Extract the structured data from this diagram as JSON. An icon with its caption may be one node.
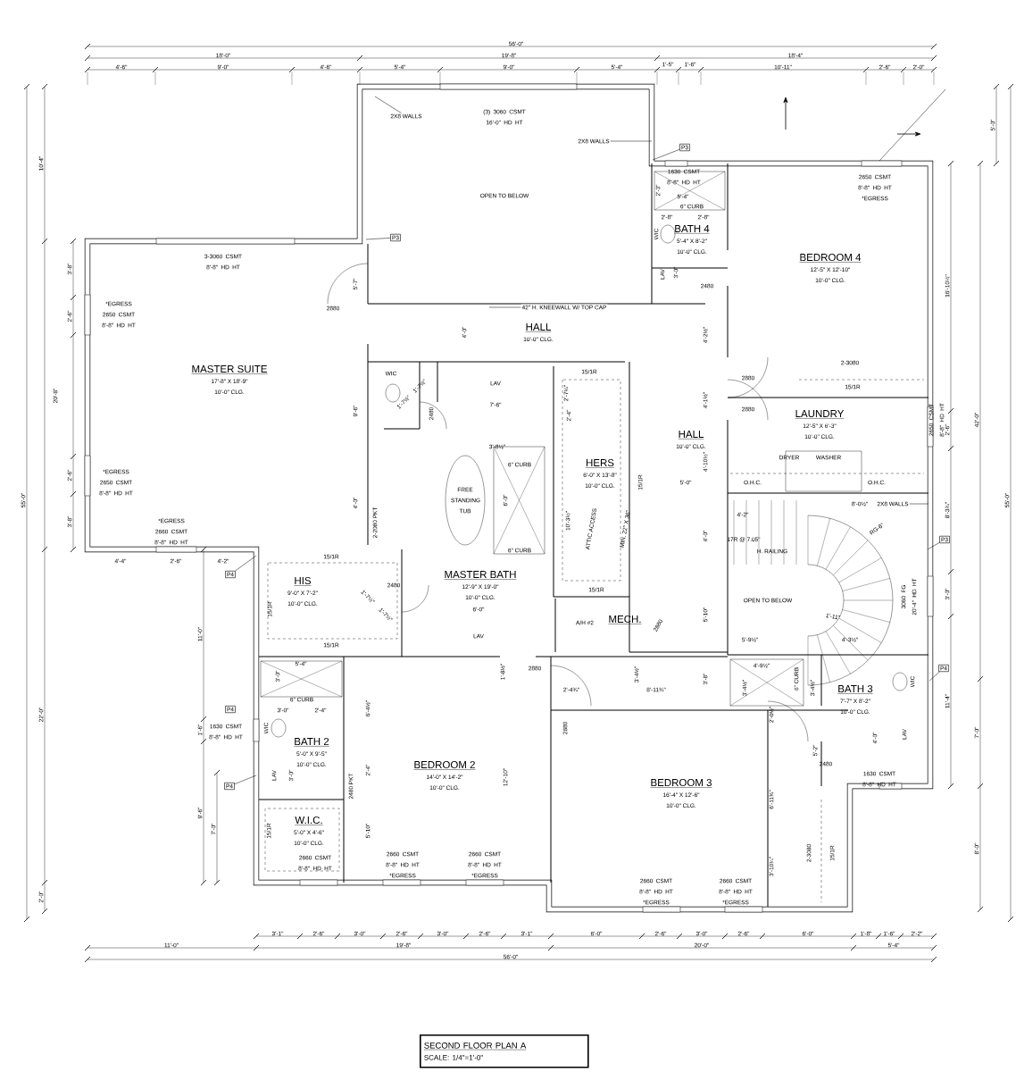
{
  "diagram": {
    "nodes": [
      {
        "text": [
          "OPEN TO BELOW"
        ]
      },
      {
        "text": [
          "MASTER SUITE",
          "17'-8\" X 18'-9\"",
          "10'-0\" CLG."
        ]
      },
      {
        "text": [
          "HALL",
          "10'-0\" CLG."
        ]
      },
      {
        "text": [
          "BATH 4",
          "5'-4\" X 8'-2\"",
          "10'-0\" CLG."
        ]
      },
      {
        "text": [
          "BEDROOM 4",
          "12'-5\" X 12'-10\"",
          "10'-0\" CLG."
        ]
      },
      {
        "text": [
          "LAUNDRY",
          "12'-5\" X 6'-3\"",
          "10'-0\" CLG."
        ]
      },
      {
        "text": [
          "HALL",
          "10'-0\" CLG."
        ]
      },
      {
        "text": [
          "HERS",
          "6'-0\" X 13'-8\"",
          "10'-0\" CLG."
        ]
      },
      {
        "text": [
          "MASTER BATH",
          "12'-9\" X 19'-0\"",
          "10'-0\" CLG."
        ]
      },
      {
        "text": [
          "HIS",
          "9'-0\" X 7'-2\"",
          "10'-0\" CLG."
        ]
      },
      {
        "text": [
          "MECH."
        ]
      },
      {
        "text": [
          "OPEN TO BELOW"
        ]
      },
      {
        "text": [
          "BATH 3",
          "7'-7\" X 8'-2\"",
          "10'-0\" CLG."
        ]
      },
      {
        "text": [
          "BATH 2",
          "5'-0\" X 9'-5\"",
          "10'-0\" CLG."
        ]
      },
      {
        "text": [
          "BEDROOM 2",
          "14'-0\" X 14'-2\"",
          "10'-0\" CLG."
        ]
      },
      {
        "text": [
          "BEDROOM 3",
          "16'-4\" X 12'-6\"",
          "10'-0\" CLG."
        ]
      },
      {
        "text": [
          "W.I.C.",
          "5'-0\" X 4'-6\"",
          "10'-0\" CLG."
        ]
      },
      {
        "text": [
          "SECOND FLOOR PLAN A",
          "SCALE: 1/4\"=1'-0\""
        ]
      },
      {
        "text": [
          "2X8 WALLS"
        ]
      },
      {
        "text": [
          "2X8 WALLS"
        ]
      },
      {
        "text": [
          "P3"
        ]
      },
      {
        "text": [
          "P3"
        ]
      },
      {
        "text": [
          "42\" H. KNEEWALL W/ TOP CAP"
        ]
      },
      {
        "text": [
          "2X8 WALLS"
        ]
      },
      {
        "text": [
          "P3"
        ]
      },
      {
        "text": [
          "P4"
        ]
      },
      {
        "text": [
          "P4"
        ]
      },
      {
        "text": [
          "P4"
        ]
      }
    ],
    "edges": [
      {
        "from": 18,
        "to": null,
        "arrow": "none"
      },
      {
        "from": 19,
        "to": null,
        "arrow": "none"
      },
      {
        "from": 20,
        "to": null,
        "arrow": "none"
      },
      {
        "from": 21,
        "to": null,
        "arrow": "none"
      },
      {
        "from": 22,
        "to": null,
        "arrow": "none"
      },
      {
        "from": 23,
        "to": null,
        "arrow": "none"
      },
      {
        "from": 24,
        "to": null,
        "arrow": "none"
      },
      {
        "from": 25,
        "to": null,
        "arrow": "none"
      },
      {
        "from": 26,
        "to": null,
        "arrow": "none"
      },
      {
        "from": 27,
        "to": null,
        "arrow": "none"
      }
    ],
    "labels": [
      "56'-0\"",
      "18'-0\"",
      "19'-8\"",
      "18'-4\"",
      "4'-6\"",
      "9'-0\"",
      "4'-6\"",
      "5'-4\"",
      "9'-0\"",
      "5'-4\"",
      "1'-5\"",
      "1'-6\"",
      "10'-11\"",
      "2'-6\"",
      "2'-0\"",
      "3'-1\"",
      "2'-6\"",
      "3'-0\"",
      "2'-6\"",
      "3'-0\"",
      "2'-6\"",
      "3'-1\"",
      "6'-0\"",
      "2'-6\"",
      "3'-0\"",
      "2'-6\"",
      "6'-0\"",
      "1'-8\"",
      "1'-6\"",
      "2'-2\"",
      "11'-0\"",
      "19'-8\"",
      "20'-0\"",
      "5'-4\"",
      "56'-0\"",
      "10'-4\"",
      "3'-8\"",
      "2'-6\"",
      "20'-8\"",
      "2'-6\"",
      "3'-8\"",
      "55'-0\"",
      "22'-0\"",
      "2'-0\"",
      "4'-4\"",
      "2'-6\"",
      "4'-2\"",
      "11'-0\"",
      "1'-6\"",
      "9'-6\"",
      "7'-0\"",
      "5'-0\"",
      "16'-10½\"",
      "2'-6\"",
      "42'-0\"",
      "55'-0\"",
      "8'-3¾\"",
      "3'-0\"",
      "11'-4\"",
      "7'-0\"",
      "8'-0\"",
      "(3) 3060 CSMT 16'-0\" HD HT",
      "3-3060 CSMT 8'-8\" HD HT",
      "*EGRESS 2650 CSMT 8'-8\" HD HT",
      "*EGRESS 2650 CSMT 8'-8\" HD HT",
      "*EGRESS 2660 CSMT 8'-8\" HD HT",
      "1630 CSMT 8'-8\" HD HT",
      "2650 CSMT 8'-8\" HD HT *EGRESS",
      "2650 CSMT 8'-8\" HD HT",
      "3060 FG 20'-4\" HD HT",
      "1630 CSMT 8'-8\" HD HT",
      "2660 CSMT 8'-8\" HD HT *EGRESS",
      "2660 CSMT 8'-8\" HD HT *EGRESS",
      "2660 CSMT 8'-8\" HD HT",
      "2660 CSMT 8'-8\" HD HT *EGRESS",
      "2660 CSMT 8'-8\" HD HT *EGRESS",
      "1630 CSMT 8'-8\" HD HT",
      "2880",
      "5'-7\"",
      "9'-6\"",
      "4'-0\"",
      "2-2080 PKT",
      "4'-0\"",
      "WIC",
      "LAV",
      "7'-6\"",
      "2480",
      "1'-7½\"",
      "1'-7½\"",
      "15/1R",
      "2'-7¼\"",
      "2'-4\"",
      "3'-8½\"",
      "6\" CURB",
      "FREE STANDING TUB",
      "6'-0\"",
      "6\" CURB",
      "10'-3½\"",
      "ATTIC ACCESS",
      "MIN. 22\" X 36\"",
      "15/1R",
      "15/1R",
      "4'-2½\"",
      "4'-1½\"",
      "4'-10½\"",
      "5'-0\"",
      "4'-0\"",
      "5'-10\"",
      "3'-8\"",
      "2'-3\"",
      "5'-4\"",
      "6\" CURB",
      "2'-8\"",
      "2'-8\"",
      "WIC",
      "LAV",
      "3'-0\"",
      "2480",
      "2-3080",
      "15/1R",
      "2880",
      "2880",
      "DRYER",
      "WASHER",
      "O.H.C.",
      "O.H.C.",
      "4'-2\"",
      "8'-0½\"",
      "RG-6\"",
      "17R @ 7.05\"",
      "H. RAILING",
      "1'-11\"",
      "5'-9½\"",
      "4'-3½\"",
      "15/1R",
      "15/1R",
      "15/1R",
      "2480",
      "1'-7½\"",
      "1'-7½\"",
      "6'-0\"",
      "LAV",
      "A/H #2",
      "2880",
      "2880",
      "1'-8½\"",
      "2'-4¾\"",
      "8'-11¾\"",
      "3'-4½\"",
      "2880",
      "4'-9½\"",
      "3'-4½\"",
      "6\" CURB",
      "3'-4½\"",
      "WIC",
      "2'-0½\"",
      "5'-2\"",
      "4'-0\"",
      "LAV",
      "2480",
      "6'-11¾\"",
      "3'-10¼\"",
      "2-3080",
      "15/1R",
      "5'-4\"",
      "3'-0\"",
      "6\" CURB",
      "3'-0\"",
      "2'-4\"",
      "WIC",
      "LAV",
      "3'-0\"",
      "2480 PKT",
      "6'-4½\"",
      "2'-4\"",
      "5'-10\"",
      "12'-10\"",
      "15/1R",
      "P4"
    ]
  }
}
